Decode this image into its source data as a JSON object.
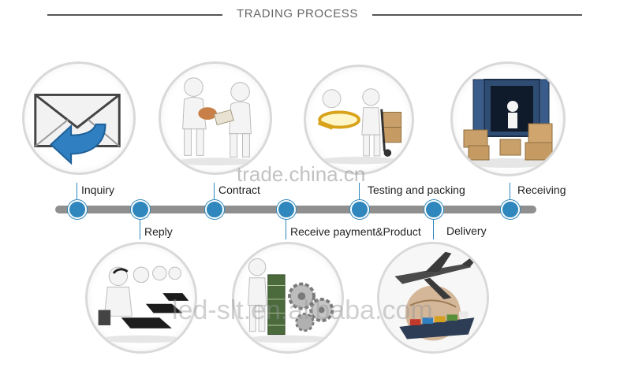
{
  "title": "TRADING PROCESS",
  "steps_top": [
    {
      "label": "Inquiry",
      "icon": "envelope-reply-icon"
    },
    {
      "label": "Contract",
      "icon": "handshake-contract-icon"
    },
    {
      "label": "Testing and packing",
      "icon": "magnifier-packing-icon"
    },
    {
      "label": "Receiving",
      "icon": "container-boxes-icon"
    }
  ],
  "steps_bottom": [
    {
      "label": "Reply",
      "icon": "call-center-icon"
    },
    {
      "label": "Receive payment&Product",
      "icon": "money-gears-icon"
    },
    {
      "label": "Delivery",
      "icon": "airplane-ship-icon"
    }
  ],
  "watermarks": [
    "trade.china.cn",
    "led-slt.en.alibaba.com"
  ],
  "colors": {
    "node": "#2f87bd",
    "track": "#8f8f8f",
    "circle_border": "#d9d9d9",
    "title": "#666666"
  }
}
